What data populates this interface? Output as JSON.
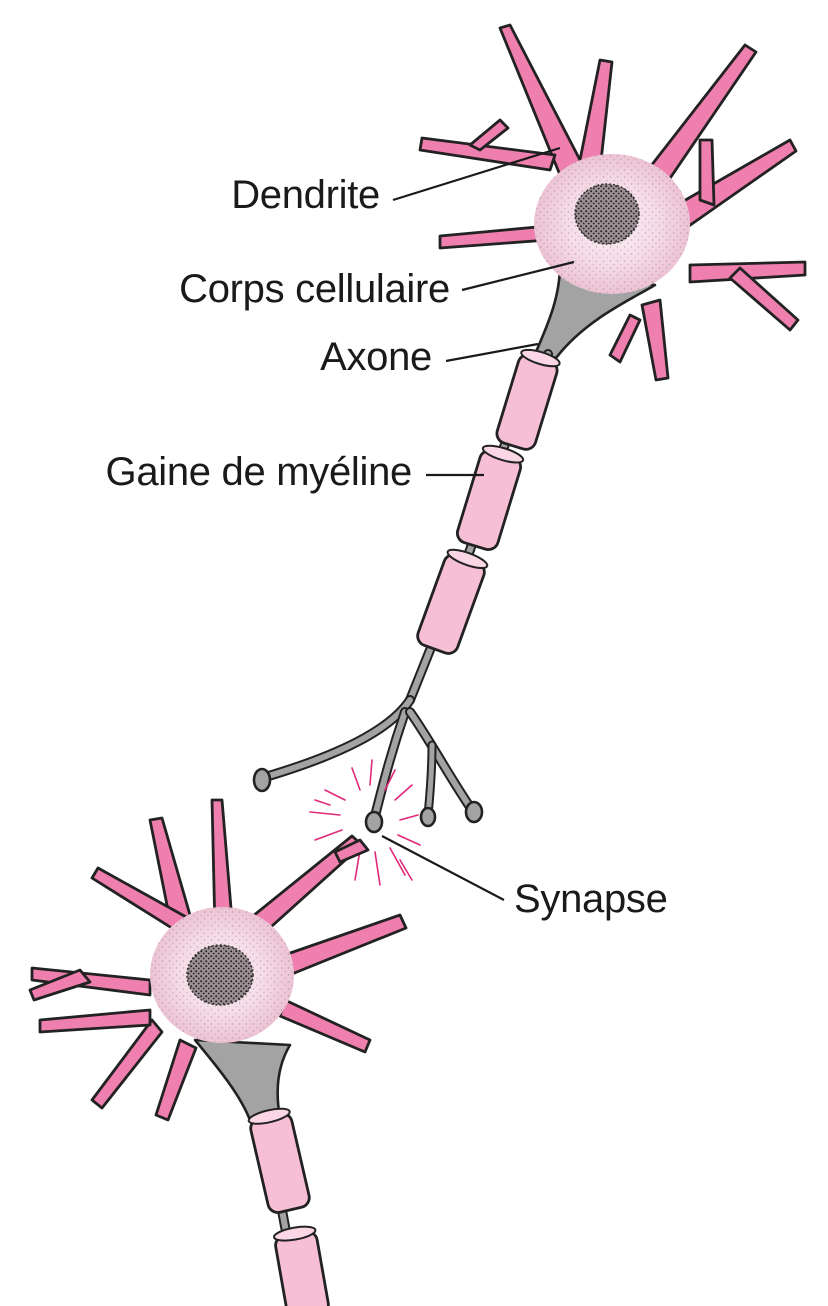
{
  "labels": {
    "dendrite": "Dendrite",
    "cell_body": "Corps cellulaire",
    "axon": "Axone",
    "myelin": "Gaine de myéline",
    "synapse": "Synapse"
  },
  "colors": {
    "dendrite": "#ef7fae",
    "soma": "#f6dde8",
    "nucleus": "#3a3a3a",
    "axon": "#a3a3a3",
    "myelin": "#f7bfd6",
    "synapse_spark": "#e0297a",
    "outline": "#222222"
  }
}
